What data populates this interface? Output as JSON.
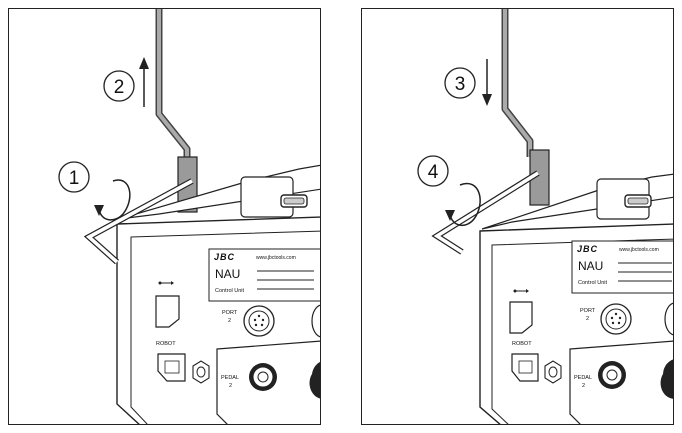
{
  "panels": [
    {
      "steps": [
        "1",
        "2"
      ],
      "brand": "JBC",
      "url": "www.jbctools.com",
      "model": "NAU",
      "subtitle": "Control Unit",
      "ports": {
        "port": "PORT",
        "port_num": "2",
        "robot": "ROBOT",
        "pedal": "PEDAL",
        "pedal_num": "2"
      }
    },
    {
      "steps": [
        "3",
        "4"
      ],
      "brand": "JBC",
      "url": "www.jbctools.com",
      "model": "NAU",
      "subtitle": "Control Unit",
      "ports": {
        "port": "PORT",
        "port_num": "2",
        "robot": "ROBOT",
        "pedal": "PEDAL",
        "pedal_num": "2"
      }
    }
  ]
}
